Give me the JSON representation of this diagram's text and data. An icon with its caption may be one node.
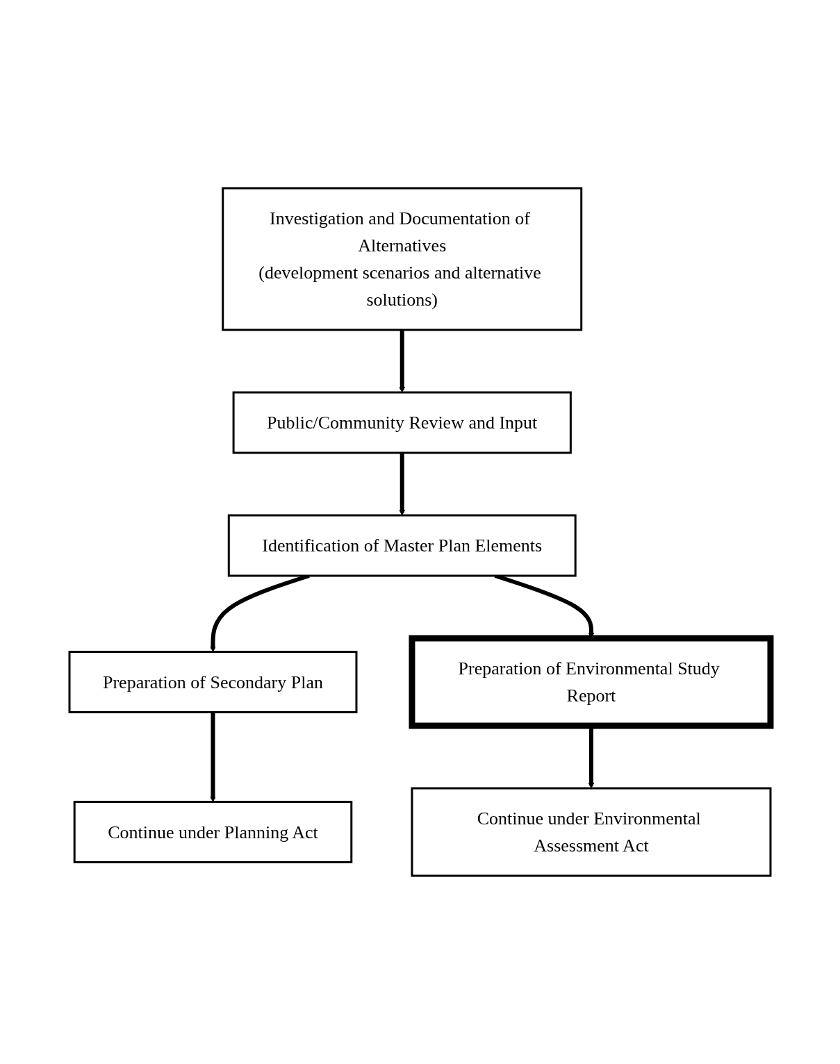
{
  "diagram": {
    "nodes": [
      {
        "text": [
          "Investigation and Documentation of Alternatives",
          "(development scenarios and alternative solutions)"
        ]
      },
      {
        "text": [
          "Public/Community Review and Input"
        ]
      },
      {
        "text": [
          "Identification of Master Plan Elements"
        ]
      },
      {
        "text": [
          "Preparation of Secondary Plan"
        ]
      },
      {
        "text": [
          "Preparation of Environmental Study Report"
        ]
      },
      {
        "text": [
          "Continue under Planning Act"
        ]
      },
      {
        "text": [
          "Continue under Environmental Assessment Act"
        ]
      }
    ],
    "edges": [
      {
        "from": 0,
        "to": 1,
        "arrow": "to"
      },
      {
        "from": 1,
        "to": 2,
        "arrow": "to"
      },
      {
        "from": 2,
        "to": 3,
        "arrow": "to"
      },
      {
        "from": 2,
        "to": 4,
        "arrow": "to"
      },
      {
        "from": 3,
        "to": 5,
        "arrow": "to"
      },
      {
        "from": 4,
        "to": 6,
        "arrow": "to"
      }
    ]
  }
}
